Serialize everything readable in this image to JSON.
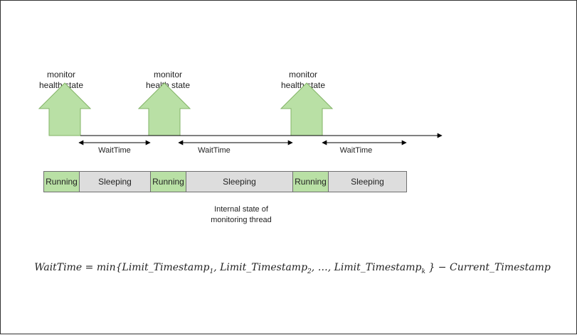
{
  "monitors": [
    {
      "line1": "monitor",
      "line2": "health state"
    },
    {
      "line1": "monitor",
      "line2": "health state"
    },
    {
      "line1": "monitor",
      "line2": "health state"
    }
  ],
  "wait_labels": [
    "WaitTime",
    "WaitTime",
    "WaitTime"
  ],
  "segments": [
    {
      "label": "Running",
      "kind": "running"
    },
    {
      "label": "Sleeping",
      "kind": "sleeping"
    },
    {
      "label": "Running",
      "kind": "running"
    },
    {
      "label": "Sleeping",
      "kind": "sleeping"
    },
    {
      "label": "Running",
      "kind": "running"
    },
    {
      "label": "Sleeping",
      "kind": "sleeping"
    }
  ],
  "caption": {
    "line1": "Internal state of",
    "line2": "monitoring thread"
  },
  "formula": {
    "lhs": "WaitTime",
    "eq": " = ",
    "fn": "min",
    "open": "{",
    "term": "Limit_Timestamp",
    "sub1": "1",
    "sub2": "2",
    "sub_k": "k",
    "comma": ", ",
    "ellipsis": "…",
    "close": " }",
    "minus": " − ",
    "rhs": "Current_Timestamp"
  },
  "colors": {
    "arrow_fill": "#b9e0a5",
    "arrow_stroke": "#82b366",
    "running": "#b9e0a5",
    "sleeping": "#dddddd"
  }
}
